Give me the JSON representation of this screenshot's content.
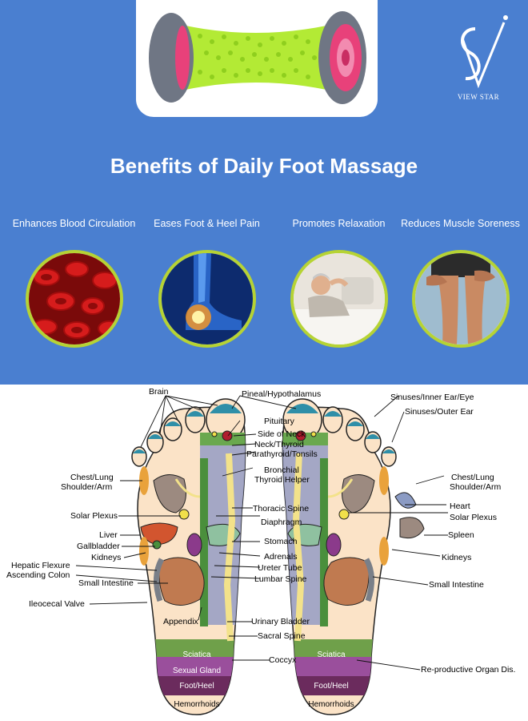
{
  "brand": {
    "name": "VIEW STAR",
    "logo_text": "VS"
  },
  "headline": "Benefits of Daily Foot Massage",
  "benefits": [
    {
      "label": "Enhances Blood Circulation",
      "image": "red-blood-cells"
    },
    {
      "label": "Eases Foot & Heel Pain",
      "image": "glowing-heel-pain"
    },
    {
      "label": "Promotes Relaxation",
      "image": "relaxing-woman"
    },
    {
      "label": "Reduces Muscle Soreness",
      "image": "sore-legs"
    }
  ],
  "reflexology": {
    "left_labels": {
      "brain": "Brain",
      "chest_lung": "Chest/Lung",
      "shoulder_arm": "Shoulder/Arm",
      "solar_plexus": "Solar Plexus",
      "liver": "Liver",
      "gallbladder": "Gallbladder",
      "kidneys": "Kidneys",
      "hepatic_flexure": "Hepatic Flexure",
      "ascending_colon": "Ascending Colon",
      "small_intestine": "Small Intestine",
      "ileocecal_valve": "Ileocecal Valve",
      "appendix": "Appendix"
    },
    "center_labels": {
      "pineal": "Pineal/Hypothalamus",
      "pituitary": "Pituitary",
      "side_of_neck": "Side of Neck",
      "neck_thyroid": "Neck/Thyroid",
      "parathyroid": "Parathyroid/Tonsils",
      "bronchial": "Bronchial",
      "thyroid_helper": "Thyroid Helper",
      "thoracic_spine": "Thoracic Spine",
      "diaphragm": "Diaphragm",
      "stomach": "Stomach",
      "adrenals": "Adrenals",
      "ureter_tube": "Ureter Tube",
      "lumbar_spine": "Lumbar Spine",
      "urinary_bladder": "Urinary Bladder",
      "sacral_spine": "Sacral Spine",
      "coccyx": "Coccyx"
    },
    "right_labels": {
      "sinuses_inner": "Sinuses/Inner Ear/Eye",
      "sinuses_outer": "Sinuses/Outer Ear",
      "chest_lung": "Chest/Lung",
      "shoulder_arm": "Shoulder/Arm",
      "heart": "Heart",
      "solar_plexus": "Solar Plexus",
      "spleen": "Spleen",
      "kidneys": "Kidneys",
      "small_intestine": "Small Intestine",
      "reproductive": "Re-productive Organ Dis."
    },
    "bands": {
      "sciatica": "Sciatica",
      "sexual_gland": "Sexual Gland",
      "foot_heel": "Foot/Heel",
      "hemorrhoids": "Hemorrhoids"
    }
  },
  "colors": {
    "blue_panel": "#4a7fd0",
    "circle_border": "#b6d334",
    "roller_green": "#b3ea35",
    "roller_grey": "#6f7684",
    "roller_pink": "#e8417a",
    "sciatica_band": "#6fa04a",
    "sexual_gland_band": "#9a4f9c",
    "foot_heel_band": "#6b2b5d"
  }
}
